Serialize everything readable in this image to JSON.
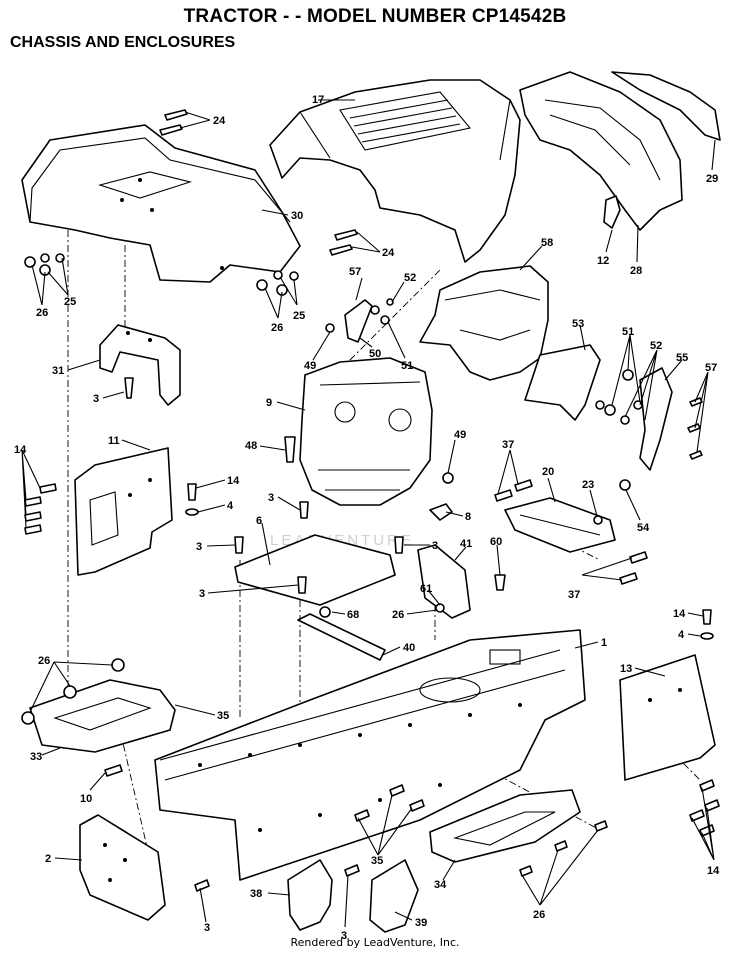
{
  "header": {
    "title": "TRACTOR - - MODEL NUMBER CP14542B",
    "subtitle": "CHASSIS AND ENCLOSURES"
  },
  "watermark": "LEADVENTURE",
  "footer": "Rendered by LeadVenture, Inc.",
  "callouts": [
    {
      "label": "17"
    },
    {
      "label": "24"
    },
    {
      "label": "29"
    },
    {
      "label": "30"
    },
    {
      "label": "24"
    },
    {
      "label": "12"
    },
    {
      "label": "28"
    },
    {
      "label": "25"
    },
    {
      "label": "26"
    },
    {
      "label": "57"
    },
    {
      "label": "52"
    },
    {
      "label": "58"
    },
    {
      "label": "26"
    },
    {
      "label": "25"
    },
    {
      "label": "49"
    },
    {
      "label": "50"
    },
    {
      "label": "51"
    },
    {
      "label": "53"
    },
    {
      "label": "51"
    },
    {
      "label": "52"
    },
    {
      "label": "55"
    },
    {
      "label": "57"
    },
    {
      "label": "31"
    },
    {
      "label": "3"
    },
    {
      "label": "9"
    },
    {
      "label": "11"
    },
    {
      "label": "14"
    },
    {
      "label": "48"
    },
    {
      "label": "49"
    },
    {
      "label": "37"
    },
    {
      "label": "20"
    },
    {
      "label": "23"
    },
    {
      "label": "14"
    },
    {
      "label": "4"
    },
    {
      "label": "3"
    },
    {
      "label": "8"
    },
    {
      "label": "54"
    },
    {
      "label": "6"
    },
    {
      "label": "3"
    },
    {
      "label": "3"
    },
    {
      "label": "41"
    },
    {
      "label": "60"
    },
    {
      "label": "3"
    },
    {
      "label": "61"
    },
    {
      "label": "26"
    },
    {
      "label": "68"
    },
    {
      "label": "37"
    },
    {
      "label": "14"
    },
    {
      "label": "4"
    },
    {
      "label": "40"
    },
    {
      "label": "1"
    },
    {
      "label": "26"
    },
    {
      "label": "13"
    },
    {
      "label": "35"
    },
    {
      "label": "33"
    },
    {
      "label": "10"
    },
    {
      "label": "2"
    },
    {
      "label": "35"
    },
    {
      "label": "34"
    },
    {
      "label": "14"
    },
    {
      "label": "38"
    },
    {
      "label": "39"
    },
    {
      "label": "3"
    },
    {
      "label": "3"
    },
    {
      "label": "26"
    }
  ]
}
